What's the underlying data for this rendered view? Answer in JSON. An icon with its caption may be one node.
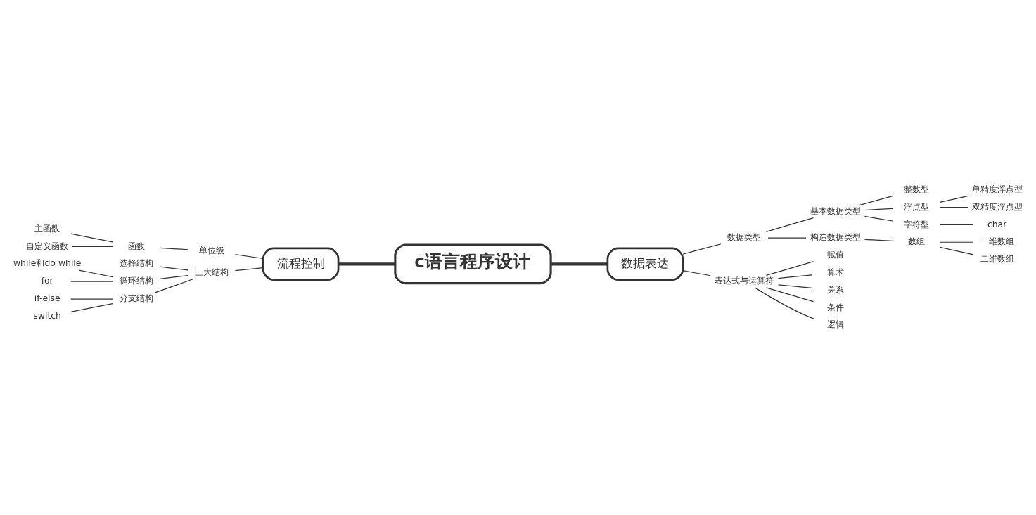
{
  "diagram": {
    "nodes": [
      {
        "text": [
          "c语言程序设计"
        ]
      },
      {
        "text": [
          "数据表达"
        ]
      },
      {
        "text": [
          "流程控制"
        ]
      },
      {
        "text": [
          "数据类型"
        ]
      },
      {
        "text": [
          "基本数据类型"
        ]
      },
      {
        "text": [
          "整数型"
        ]
      },
      {
        "text": [
          "浮点型"
        ]
      },
      {
        "text": [
          "单精度浮点型"
        ]
      },
      {
        "text": [
          "双精度浮点型"
        ]
      },
      {
        "text": [
          "字符型"
        ]
      },
      {
        "text": [
          "char"
        ]
      },
      {
        "text": [
          "构造数据类型"
        ]
      },
      {
        "text": [
          "数组"
        ]
      },
      {
        "text": [
          "一维数组"
        ]
      },
      {
        "text": [
          "二维数组"
        ]
      },
      {
        "text": [
          "表达式与运算符"
        ]
      },
      {
        "text": [
          "赋值"
        ]
      },
      {
        "text": [
          "算术"
        ]
      },
      {
        "text": [
          "关系"
        ]
      },
      {
        "text": [
          "条件"
        ]
      },
      {
        "text": [
          "逻辑"
        ]
      },
      {
        "text": [
          "单位级"
        ]
      },
      {
        "text": [
          "函数"
        ]
      },
      {
        "text": [
          "主函数"
        ]
      },
      {
        "text": [
          "自定义函数"
        ]
      },
      {
        "text": [
          "三大结构"
        ]
      },
      {
        "text": [
          "选择结构"
        ]
      },
      {
        "text": [
          "循环结构"
        ]
      },
      {
        "text": [
          "while和do while"
        ]
      },
      {
        "text": [
          "for"
        ]
      },
      {
        "text": [
          "分支结构"
        ]
      },
      {
        "text": [
          "if-else"
        ]
      },
      {
        "text": [
          "switch"
        ]
      }
    ],
    "edges": [
      {
        "from": 0,
        "to": 1,
        "arrow": "none",
        "style": "thick"
      },
      {
        "from": 0,
        "to": 2,
        "arrow": "none",
        "style": "thick"
      },
      {
        "from": 1,
        "to": 3,
        "arrow": "none"
      },
      {
        "from": 3,
        "to": 4,
        "arrow": "none"
      },
      {
        "from": 4,
        "to": 5,
        "arrow": "none"
      },
      {
        "from": 4,
        "to": 6,
        "arrow": "none"
      },
      {
        "from": 6,
        "to": 7,
        "arrow": "none"
      },
      {
        "from": 6,
        "to": 8,
        "arrow": "none"
      },
      {
        "from": 4,
        "to": 9,
        "arrow": "none"
      },
      {
        "from": 9,
        "to": 10,
        "arrow": "none"
      },
      {
        "from": 3,
        "to": 11,
        "arrow": "none"
      },
      {
        "from": 11,
        "to": 12,
        "arrow": "none"
      },
      {
        "from": 12,
        "to": 13,
        "arrow": "none"
      },
      {
        "from": 12,
        "to": 14,
        "arrow": "none"
      },
      {
        "from": 1,
        "to": 15,
        "arrow": "none"
      },
      {
        "from": 15,
        "to": 16,
        "arrow": "none"
      },
      {
        "from": 15,
        "to": 17,
        "arrow": "none"
      },
      {
        "from": 15,
        "to": 18,
        "arrow": "none"
      },
      {
        "from": 15,
        "to": 19,
        "arrow": "none"
      },
      {
        "from": 15,
        "to": 20,
        "arrow": "none"
      },
      {
        "from": 2,
        "to": 21,
        "arrow": "none"
      },
      {
        "from": 21,
        "to": 22,
        "arrow": "none"
      },
      {
        "from": 22,
        "to": 23,
        "arrow": "none"
      },
      {
        "from": 22,
        "to": 24,
        "arrow": "none"
      },
      {
        "from": 2,
        "to": 25,
        "arrow": "none"
      },
      {
        "from": 25,
        "to": 26,
        "arrow": "none"
      },
      {
        "from": 25,
        "to": 27,
        "arrow": "none"
      },
      {
        "from": 27,
        "to": 28,
        "arrow": "none"
      },
      {
        "from": 27,
        "to": 29,
        "arrow": "none"
      },
      {
        "from": 25,
        "to": 30,
        "arrow": "none"
      },
      {
        "from": 30,
        "to": 31,
        "arrow": "none"
      },
      {
        "from": 30,
        "to": 32,
        "arrow": "none"
      }
    ]
  }
}
